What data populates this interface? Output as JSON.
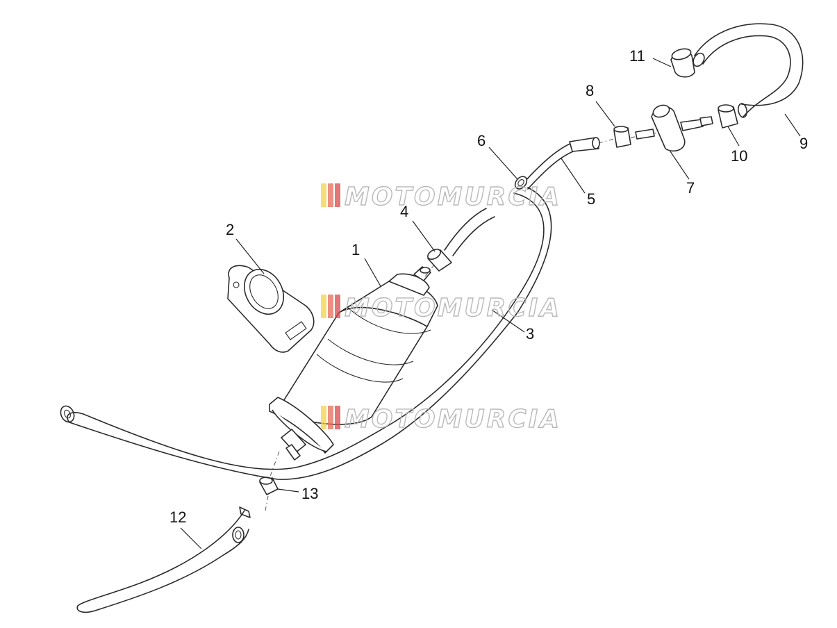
{
  "watermark": {
    "text": "MOTOMURCIA",
    "stripe_colors": [
      "#f3d34a",
      "#e56b5a",
      "#d94848"
    ]
  },
  "callouts": [
    {
      "id": "1",
      "label": "1"
    },
    {
      "id": "2",
      "label": "2"
    },
    {
      "id": "3",
      "label": "3"
    },
    {
      "id": "4",
      "label": "4"
    },
    {
      "id": "5",
      "label": "5"
    },
    {
      "id": "6",
      "label": "6"
    },
    {
      "id": "7",
      "label": "7"
    },
    {
      "id": "8",
      "label": "8"
    },
    {
      "id": "9",
      "label": "9"
    },
    {
      "id": "10",
      "label": "10"
    },
    {
      "id": "11",
      "label": "11"
    },
    {
      "id": "12",
      "label": "12"
    },
    {
      "id": "13",
      "label": "13"
    }
  ]
}
